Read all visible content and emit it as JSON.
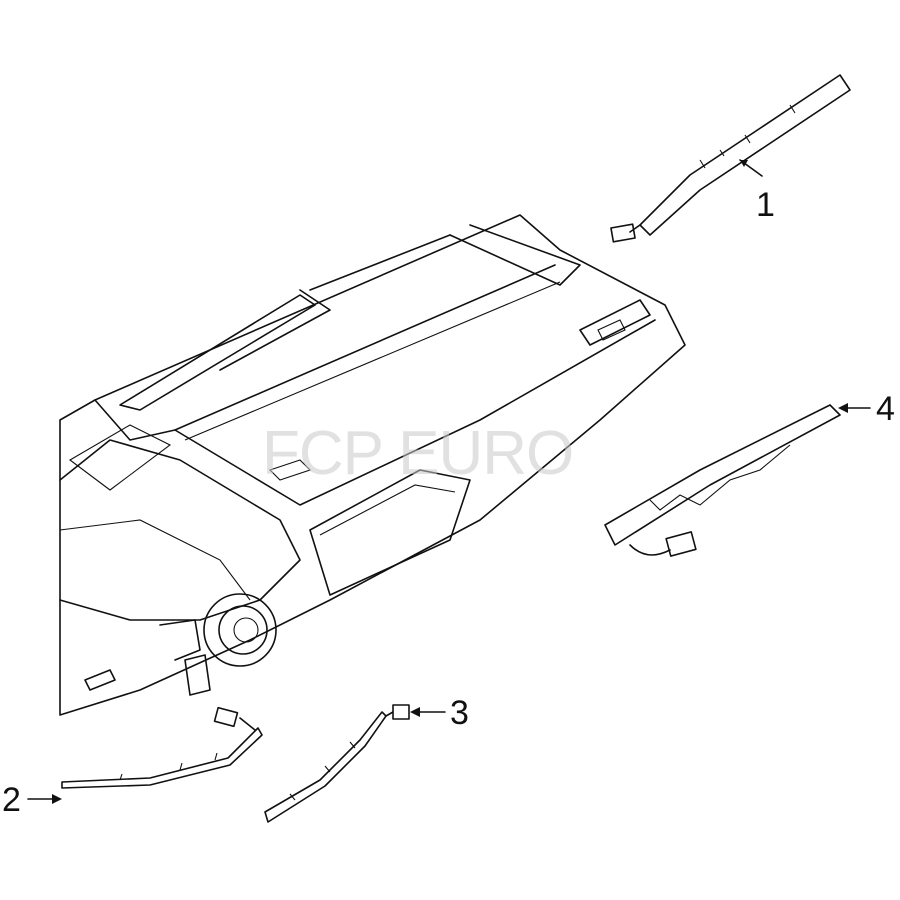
{
  "diagram": {
    "callouts": [
      {
        "label": "1",
        "part": "curtain-airbag-upper-right"
      },
      {
        "label": "2",
        "part": "airbag-lower-left"
      },
      {
        "label": "3",
        "part": "airbag-lower-center"
      },
      {
        "label": "4",
        "part": "airbag-right"
      }
    ],
    "watermark": "FCP EURO"
  }
}
